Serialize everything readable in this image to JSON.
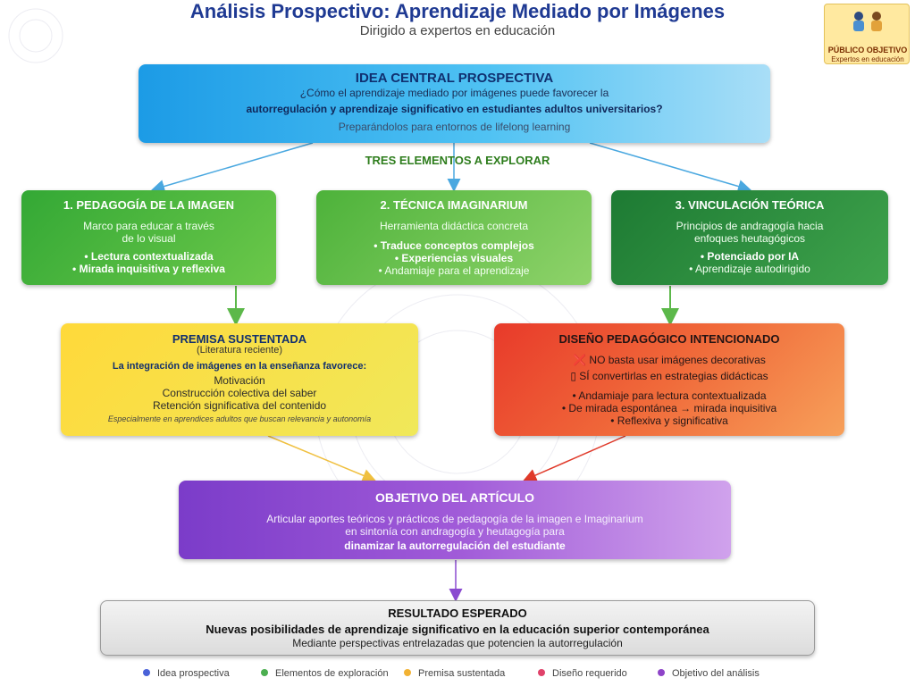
{
  "header": {
    "title": "Análisis Prospectivo: Aprendizaje Mediado por Imágenes",
    "subtitle": "Dirigido a expertos en educación"
  },
  "badge": {
    "line1": "PÚBLICO OBJETIVO",
    "line2": "Expertos en educación",
    "icon": "people-icon"
  },
  "idea": {
    "title": "IDEA CENTRAL PROSPECTIVA",
    "line1": "¿Cómo el aprendizaje mediado por imágenes puede favorecer la",
    "line2": "autorregulación y aprendizaje significativo en estudiantes adultos universitarios?",
    "line3": "Preparándolos para entornos de lifelong learning"
  },
  "three_label": "TRES ELEMENTOS A EXPLORAR",
  "elements": [
    {
      "title": "1. PEDAGOGÍA DE LA IMAGEN",
      "desc1": "Marco para educar a través",
      "desc2": "de lo visual",
      "b1": "• Lectura contextualizada",
      "b2": "• Mirada inquisitiva y reflexiva"
    },
    {
      "title": "2. TÉCNICA IMAGINARIUM",
      "desc1": "Herramienta didáctica concreta",
      "b1": "• Traduce conceptos complejos",
      "b2": "• Experiencias visuales",
      "b3": "• Andamiaje para el aprendizaje"
    },
    {
      "title": "3. VINCULACIÓN TEÓRICA",
      "desc1": "Principios de andragogía hacia",
      "desc2": "enfoques heutagógicos",
      "b1": "• Potenciado por IA",
      "b2": "• Aprendizaje autodirigido"
    }
  ],
  "premisa": {
    "title": "PREMISA SUSTENTADA",
    "sub": "(Literatura reciente)",
    "head": "La integración de imágenes en la enseñanza favorece:",
    "items": [
      "Motivación",
      "Construcción colectiva del saber",
      "Retención significativa del contenido"
    ],
    "note": "Especialmente en aprendices adultos que buscan relevancia y autonomía"
  },
  "diseno": {
    "title": "DISEÑO PEDAGÓGICO INTENCIONADO",
    "no": "❌ NO basta usar imágenes decorativas",
    "yes": "▯ SÍ convertirlas en estrategias didácticas",
    "items": [
      "• Andamiaje para lectura contextualizada",
      "• De mirada espontánea → mirada inquisitiva",
      "• Reflexiva y significativa"
    ]
  },
  "objetivo": {
    "title": "OBJETIVO DEL ARTÍCULO",
    "line1": "Articular aportes teóricos y prácticos de pedagogía de la imagen e Imaginarium",
    "line2": "en sintonía con andragogía y heutagogía para",
    "line3": "dinamizar la autorregulación del estudiante"
  },
  "resultado": {
    "title": "RESULTADO ESPERADO",
    "line1": "Nuevas posibilidades de aprendizaje significativo en la educación superior contemporánea",
    "line2": "Mediante perspectivas entrelazadas que potencien la autorregulación"
  },
  "legend": [
    {
      "label": "Idea prospectiva",
      "color": "#4a62d8"
    },
    {
      "label": "Elementos de exploración",
      "color": "#4caf50"
    },
    {
      "label": "Premisa sustentada",
      "color": "#f2b233"
    },
    {
      "label": "Diseño requerido",
      "color": "#e0426a"
    },
    {
      "label": "Objetivo del análisis",
      "color": "#8e44c8"
    }
  ]
}
